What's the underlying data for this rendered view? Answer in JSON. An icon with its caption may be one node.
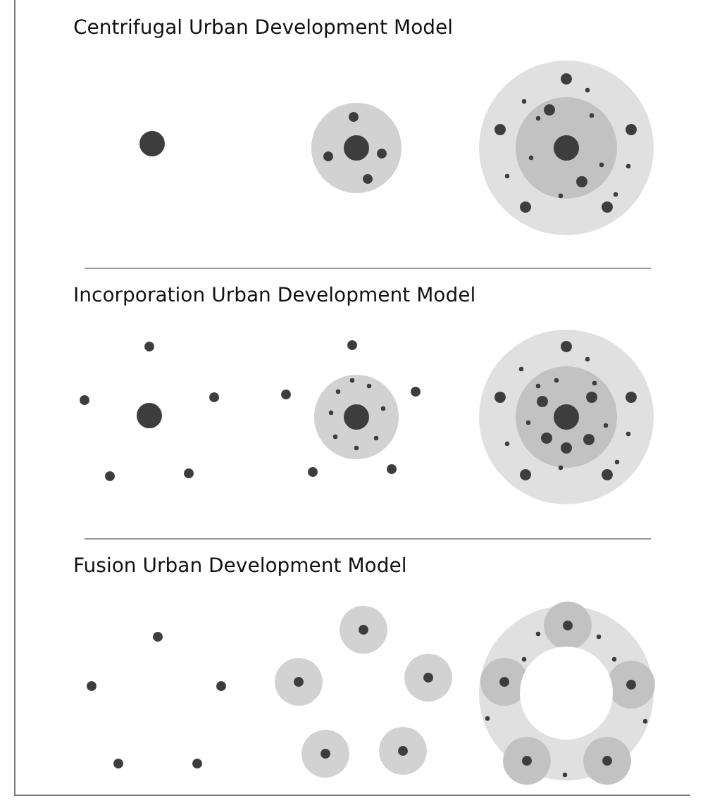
{
  "diagram": {
    "labels": [
      "Centrifugal Urban Development Model",
      "Incorporation Urban Development Model",
      "Fusion Urban Development Model"
    ]
  }
}
